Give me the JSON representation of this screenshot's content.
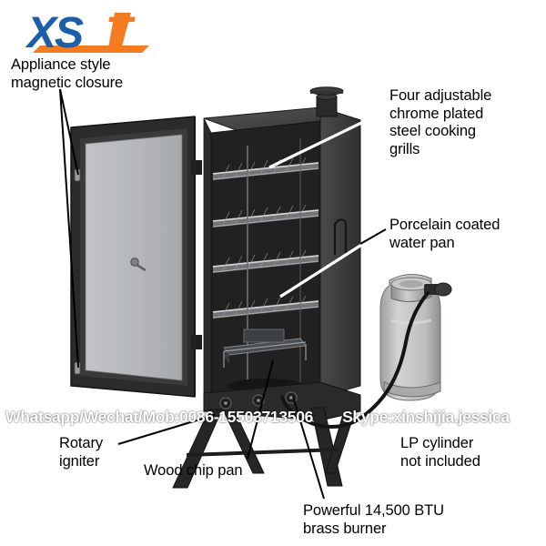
{
  "logo": {
    "text": "XST",
    "blue": "#1b5fa8",
    "orange": "#f47b20",
    "letters_blue": "XS",
    "letter_orange": "T"
  },
  "callouts": [
    {
      "id": "magnetic",
      "text": "Appliance style\nmagnetic closure"
    },
    {
      "id": "grills",
      "text": "Four adjustable\nchrome plated\nsteel cooking\ngrills"
    },
    {
      "id": "waterpan",
      "text": "Porcelain coated\nwater pan"
    },
    {
      "id": "rotary",
      "text": "Rotary\nigniter"
    },
    {
      "id": "woodchip",
      "text": "Wood chip pan"
    },
    {
      "id": "lp",
      "text": "LP cylinder\nnot included"
    },
    {
      "id": "btu",
      "text": "Powerful 14,500 BTU\nbrass burner"
    }
  ],
  "watermark": {
    "contact": "Whatsapp/Wechat/Mob:0086-15503713506",
    "skype": "Skype:xinshijia.jessica"
  },
  "product": {
    "type": "propane vertical smoker",
    "body_color": "#2e2e2e",
    "door_panel_color": "#b6b9bc",
    "grill_color": "#c9cbcd",
    "cylinder_color": "#c2c4c2",
    "grill_count": 4
  }
}
